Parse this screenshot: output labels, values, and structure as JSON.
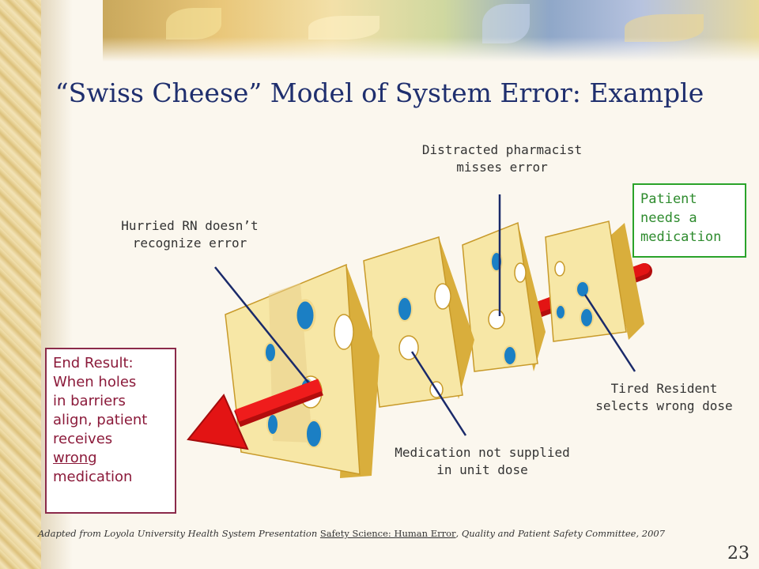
{
  "title": "“Swiss Cheese” Model of System Error: Example",
  "labels": {
    "pharmacist": [
      "Distracted pharmacist",
      "misses error"
    ],
    "rn": [
      "Hurried RN doesn’t",
      "recognize error"
    ],
    "resident": [
      "Tired Resident",
      "selects wrong dose"
    ],
    "medication": [
      "Medication not supplied",
      "in unit dose"
    ]
  },
  "patient_box": [
    "Patient",
    "needs a",
    "medication"
  ],
  "end_result": {
    "lines_before": [
      "End Result:",
      "When holes",
      "in barriers",
      "align, patient",
      "receives"
    ],
    "underlined": "wrong",
    "line_after": "medication"
  },
  "footer": {
    "prefix": "Adapted from Loyola University Health System Presentation ",
    "link": "Safety Science: Human Error",
    "suffix": ", Quality and Patient Safety Committee, 2007"
  },
  "slide_number": "23",
  "colors": {
    "title": "#1f2f6e",
    "cheese": "#f7e7a6",
    "cheese_side": "#d9ae3c",
    "hole": "#1b7fc4",
    "arrow": "#e31414",
    "green_box": "#2aa32a",
    "red_box": "#8b2a4a"
  }
}
